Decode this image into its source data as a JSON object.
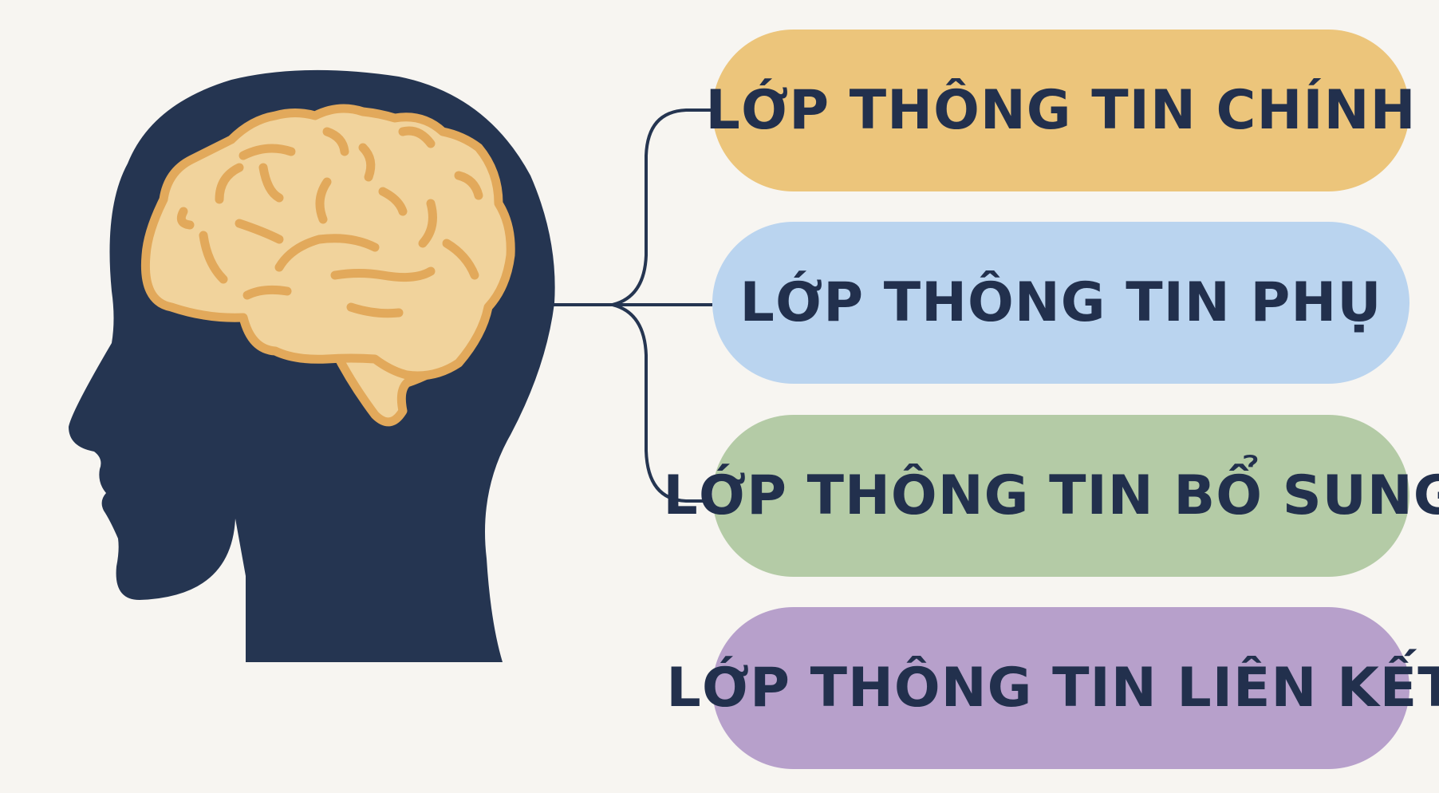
{
  "layers": [
    {
      "label": "LỚP THÔNG TIN CHÍNH",
      "color": "#ecc57b",
      "connected": true
    },
    {
      "label": "LỚP THÔNG TIN PHỤ",
      "color": "#bad4ef",
      "connected": true
    },
    {
      "label": "LỚP THÔNG TIN BỔ SUNG",
      "color": "#b4cba6",
      "connected": true
    },
    {
      "label": "LỚP THÔNG TIN LIÊN KẾT",
      "color": "#b7a0cb",
      "connected": false
    }
  ],
  "colors": {
    "background": "#f7f5f1",
    "head": "#253551",
    "brain_fill": "#f1d39c",
    "brain_stroke": "#e2a95b",
    "connector": "#253551",
    "text": "#22304d"
  },
  "icons": [
    "head-silhouette-icon",
    "brain-icon"
  ]
}
